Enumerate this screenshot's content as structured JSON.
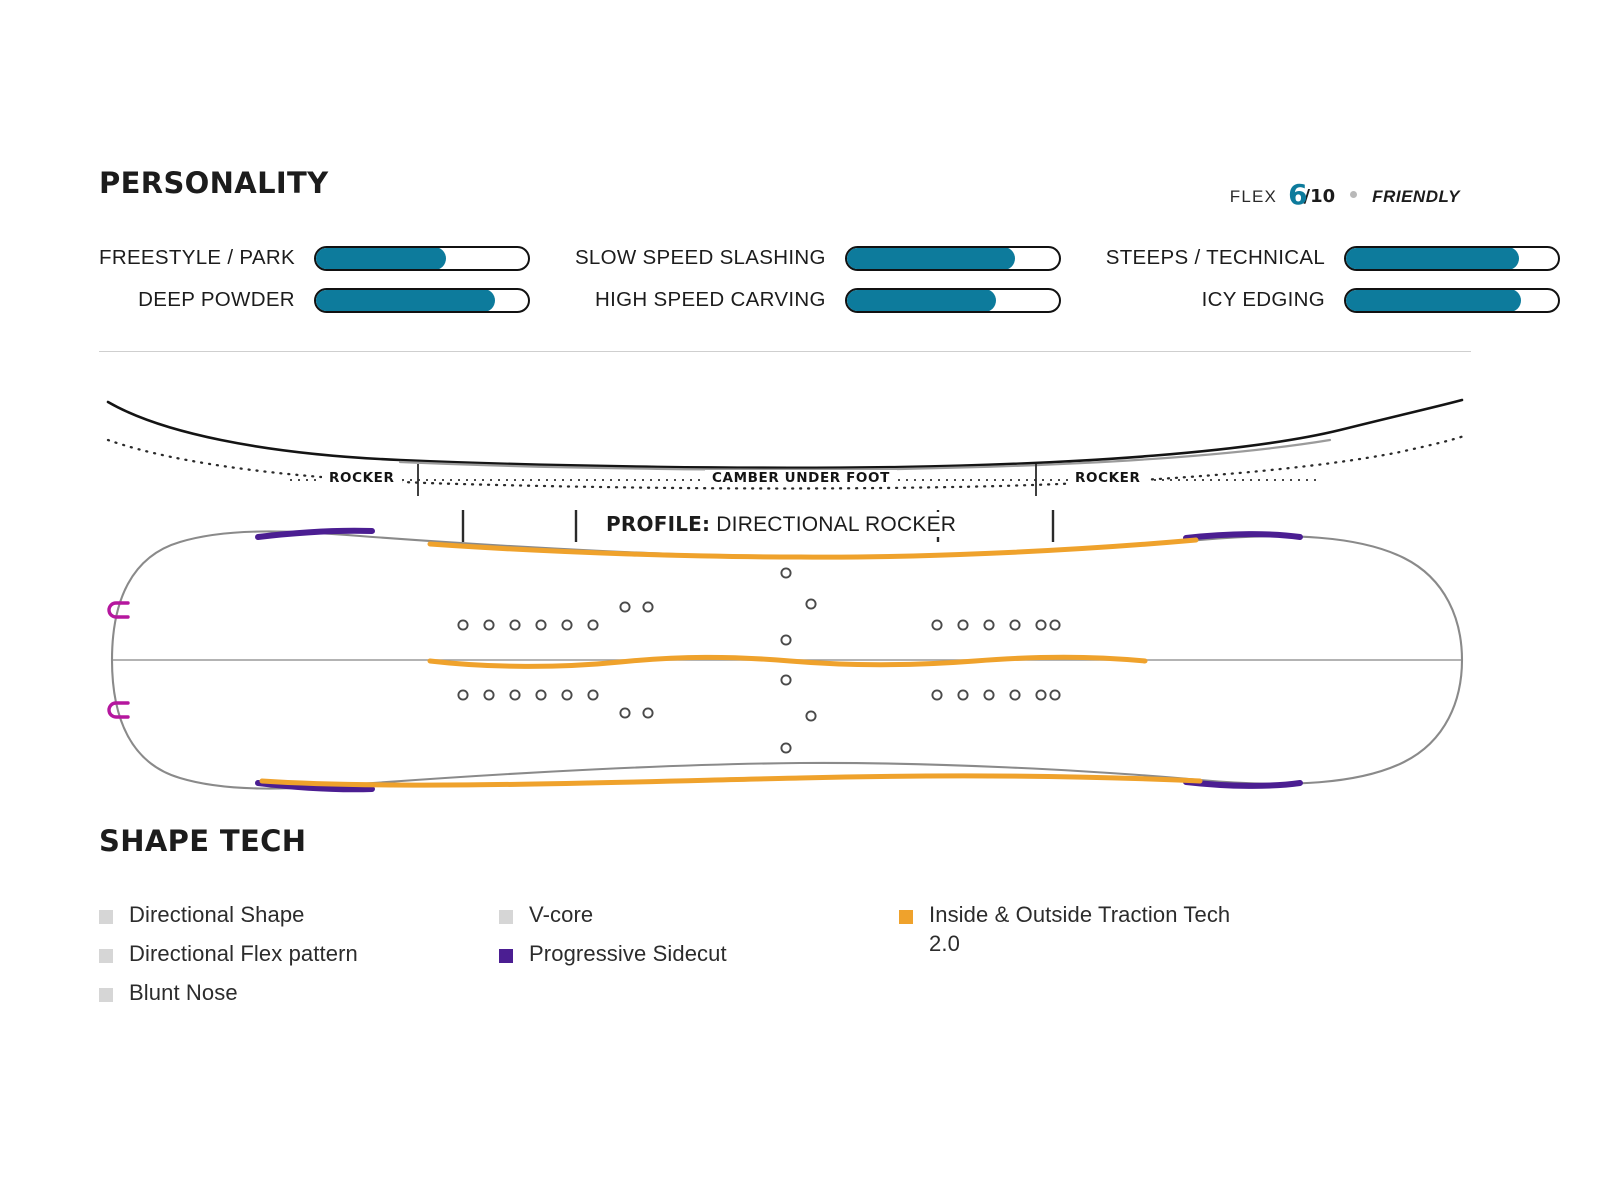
{
  "personality": {
    "title": "PERSONALITY",
    "flex": {
      "label": "FLEX",
      "value": "6",
      "scale": "/10",
      "separator_icon": "bullet-dot",
      "descriptor": "FRIENDLY",
      "accent_color": "#0d7b9c"
    },
    "bar_color": "#0d7b9c",
    "bar_outline_color": "#111111",
    "ratings": [
      {
        "label": "FREESTYLE / PARK",
        "value": 62,
        "max": 100
      },
      {
        "label": "SLOW SPEED SLASHING",
        "value": 80,
        "max": 100
      },
      {
        "label": "STEEPS / TECHNICAL",
        "value": 82,
        "max": 100
      },
      {
        "label": "DEEP POWDER",
        "value": 85,
        "max": 100
      },
      {
        "label": "HIGH SPEED CARVING",
        "value": 71,
        "max": 100
      },
      {
        "label": "ICY EDGING",
        "value": 83,
        "max": 100
      }
    ]
  },
  "profile": {
    "zones": [
      {
        "label": "ROCKER"
      },
      {
        "label": "CAMBER UNDER FOOT"
      },
      {
        "label": "ROCKER"
      }
    ],
    "caption_key": "PROFILE:",
    "caption_value": " DIRECTIONAL ROCKER"
  },
  "board": {
    "outline_color": "#8a8a8a",
    "traction_color": "#efa22c",
    "sidecut_color": "#4b1e92",
    "hook_color": "#b5179e",
    "insert_color": "#4a4a4a"
  },
  "shape_tech": {
    "title": "SHAPE TECH",
    "columns": [
      {
        "items": [
          {
            "label": "Directional Shape",
            "color": "#d6d6d6"
          },
          {
            "label": "Directional Flex pattern",
            "color": "#d6d6d6"
          },
          {
            "label": "Blunt Nose",
            "color": "#d6d6d6"
          }
        ]
      },
      {
        "items": [
          {
            "label": "V-core",
            "color": "#d6d6d6"
          },
          {
            "label": "Progressive Sidecut",
            "color": "#4b1e92"
          }
        ]
      },
      {
        "items": [
          {
            "label": "Inside & Outside Traction Tech 2.0",
            "color": "#efa22c"
          }
        ]
      }
    ]
  }
}
